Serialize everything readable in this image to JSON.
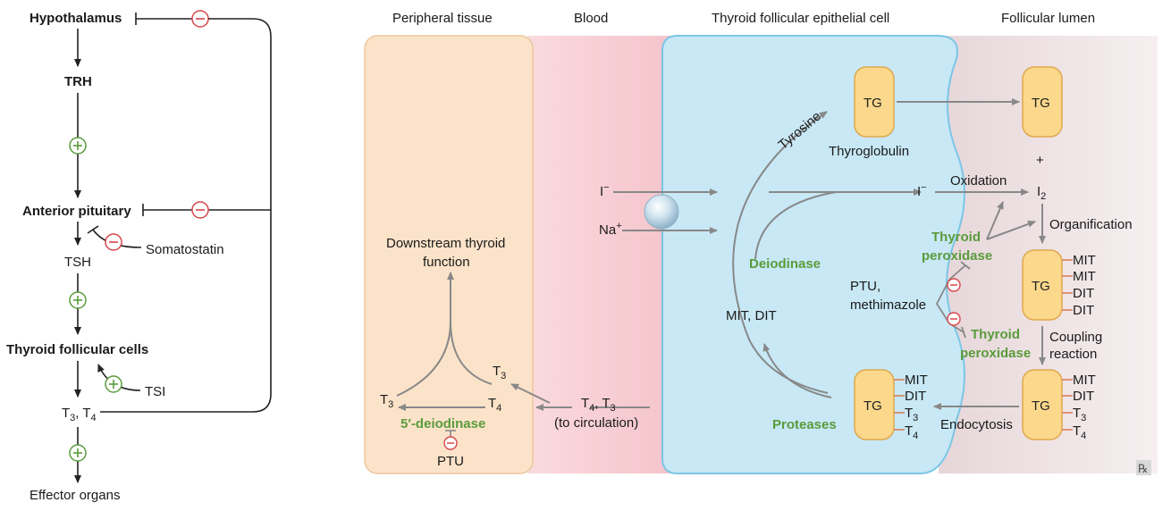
{
  "left_axis": {
    "hypothalamus": "Hypothalamus",
    "trh": "TRH",
    "anterior_pituitary": "Anterior pituitary",
    "somatostatin": "Somatostatin",
    "tsh": "TSH",
    "thyroid_follicular_cells": "Thyroid follicular cells",
    "tsi": "TSI",
    "t3": "T",
    "t3_sub": "3",
    "t4": "T",
    "t4_sub": "4",
    "effector_organs": "Effector organs",
    "plus": "+",
    "minus": "−"
  },
  "headers": {
    "peripheral": "Peripheral tissue",
    "blood": "Blood",
    "epithelial": "Thyroid follicular epithelial cell",
    "lumen": "Follicular lumen"
  },
  "peripheral": {
    "downstream_line1": "Downstream thyroid",
    "downstream_line2": "function",
    "t3": "T",
    "t3_sub": "3",
    "t4": "T",
    "t4_sub": "4",
    "deiodinase": "5′-deiodinase",
    "ptu": "PTU"
  },
  "blood": {
    "t4t3": "T",
    "t4_sub": "4",
    "t3_sep": ", T",
    "t3_sub": "3",
    "to_circulation": "(to circulation)"
  },
  "cell": {
    "iodide": "I",
    "iodide_sup": "−",
    "sodium": "Na",
    "sodium_sup": "+",
    "tyrosine": "Tyrosine",
    "tg": "TG",
    "thyroglobulin": "Thyroglobulin",
    "deiodinase": "Deiodinase",
    "mit_dit": "MIT, DIT",
    "proteases": "Proteases",
    "ptu": "PTU,",
    "methimazole": "methimazole",
    "tpo1_line1": "Thyroid",
    "tpo1_line2": "peroxidase",
    "tpo2_line1": "Thyroid",
    "tpo2_line2": "peroxidase",
    "iodide2": "I",
    "iodide2_sup": "−",
    "oxidation": "Oxidation",
    "labels_mit": "MIT",
    "labels_dit": "DIT",
    "labels_t3": "T",
    "labels_t3_sub": "3",
    "labels_t4": "T",
    "labels_t4_sub": "4",
    "endocytosis": "Endocytosis"
  },
  "lumen": {
    "tg_top": "TG",
    "plus": "+",
    "i2": "I",
    "i2_sub": "2",
    "organification": "Organification",
    "tg_mid": "TG",
    "mid_labels": [
      "MIT",
      "MIT",
      "DIT",
      "DIT"
    ],
    "coupling_line1": "Coupling",
    "coupling_line2": "reaction",
    "tg_bot": "TG",
    "bot_mit": "MIT",
    "bot_dit": "DIT",
    "bot_t3": "T",
    "bot_t3_sub": "3",
    "bot_t4": "T",
    "bot_t4_sub": "4"
  },
  "logo": "℞",
  "colors": {
    "peripheral_fill": "#fbe3c9",
    "peripheral_stroke": "#ecc89d",
    "blood_fill": "#f6cfd4",
    "cell_fill": "#c8e8f5",
    "cell_stroke": "#7cc6e6",
    "lumen_fill": "#eedfe1",
    "tg_fill": "#fbd88b",
    "tg_stroke": "#e0a84c",
    "arrow": "#888888",
    "green": "#5a9b3c",
    "red": "#d9454a"
  }
}
